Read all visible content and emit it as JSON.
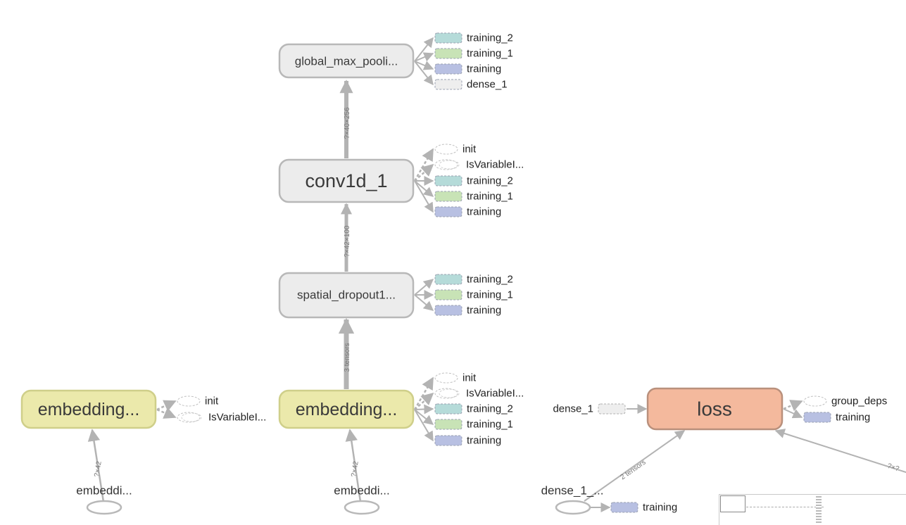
{
  "colors": {
    "group_node": "#ececec",
    "embedding_node": "#ebe9ab",
    "embedding_stroke": "#cfcf8a",
    "loss_node": "#f4b99d",
    "loss_stroke": "#b9907c",
    "edge": "#b3b3b3",
    "chip_teal": "#b5dbd9",
    "chip_green": "#c8e3b6",
    "chip_blue": "#b8c0e2",
    "chip_gray": "#eeeeee"
  },
  "nodes": {
    "global_max_pooling": "global_max_pooli...",
    "conv1d": "conv1d_1",
    "spatial_dropout": "spatial_dropout1...",
    "embedding_left": "embedding...",
    "embedding_center": "embedding...",
    "loss": "loss"
  },
  "inputs": {
    "embedding_left_in": "embeddi...",
    "embedding_center_in": "embeddi...",
    "dense_1_out": "dense_1_...",
    "dense_1": "dense_1"
  },
  "aux": {
    "gmp": [
      "training_2",
      "training_1",
      "training",
      "dense_1"
    ],
    "conv": [
      "init",
      "IsVariableI...",
      "training_2",
      "training_1",
      "training"
    ],
    "sdrop": [
      "training_2",
      "training_1",
      "training"
    ],
    "emb_left": [
      "init",
      "IsVariableI..."
    ],
    "emb_center": [
      "init",
      "IsVariableI...",
      "training_2",
      "training_1",
      "training"
    ],
    "loss": [
      "group_deps",
      "training"
    ],
    "dense_out": [
      "training"
    ]
  },
  "edge_labels": {
    "conv_to_gmp": "?×40×256",
    "sdrop_to_conv": "?×42×100",
    "emb_to_sdrop": "3 tensors",
    "in_to_emb_left": "?×42",
    "in_to_emb_center": "?×42",
    "dense_to_loss": "2 tensors",
    "right_to_loss": "?×?"
  }
}
